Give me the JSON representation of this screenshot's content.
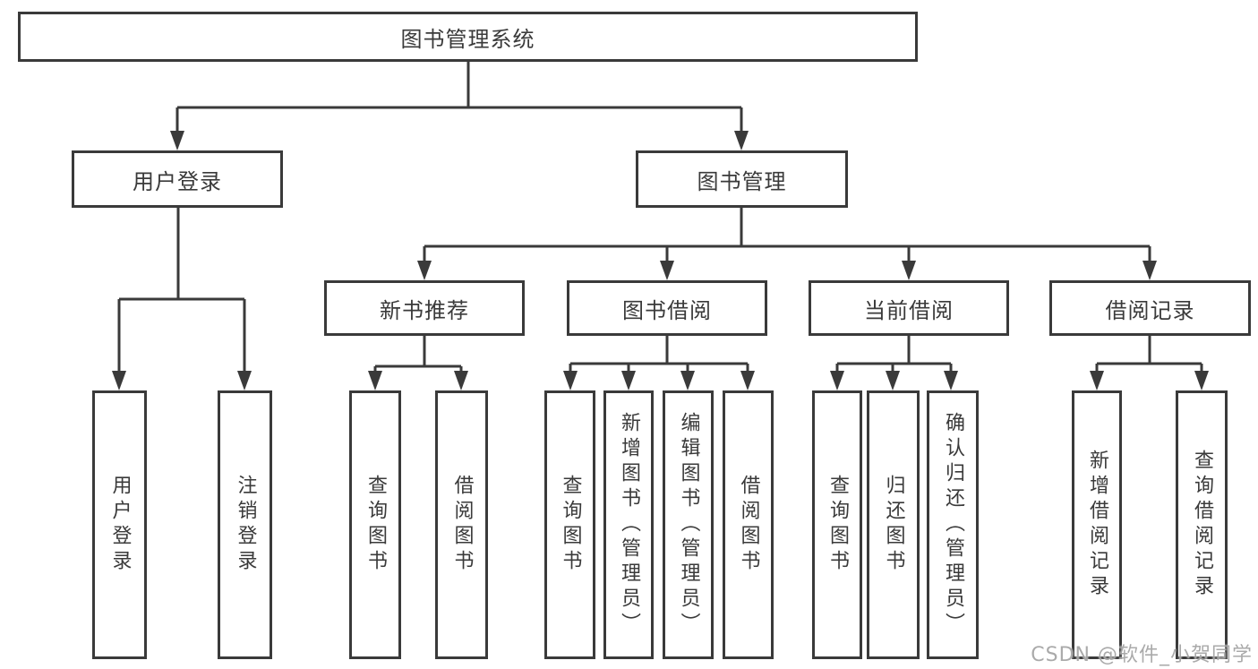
{
  "diagram": {
    "title": "图书管理系统",
    "root": {
      "label": "图书管理系统"
    },
    "level2": [
      {
        "label": "用户登录"
      },
      {
        "label": "图书管理"
      }
    ],
    "level3": [
      {
        "label": "新书推荐"
      },
      {
        "label": "图书借阅"
      },
      {
        "label": "当前借阅"
      },
      {
        "label": "借阅记录"
      }
    ],
    "leaves": [
      {
        "label": "用户登录"
      },
      {
        "label": "注销登录"
      },
      {
        "label": "查询图书"
      },
      {
        "label": "借阅图书"
      },
      {
        "label": "查询图书"
      },
      {
        "label": "新增图书（管理员）"
      },
      {
        "label": "编辑图书（管理员）"
      },
      {
        "label": "借阅图书"
      },
      {
        "label": "查询图书"
      },
      {
        "label": "归还图书"
      },
      {
        "label": "确认归还（管理员）"
      },
      {
        "label": "新增借阅记录"
      },
      {
        "label": "查询借阅记录"
      }
    ],
    "watermark": "CSDN @软件_小贺同学",
    "colors": {
      "line": "#3a3a3a",
      "text": "#3a3a3a",
      "background": "#ffffff",
      "watermark": "#9e9e9e"
    }
  }
}
